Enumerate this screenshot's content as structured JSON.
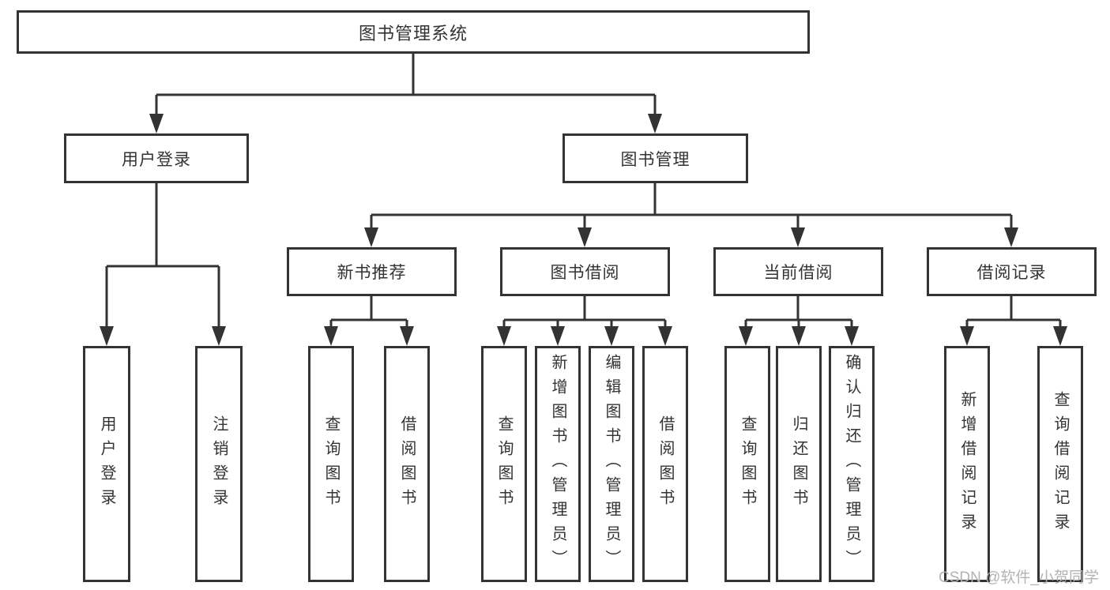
{
  "diagram": {
    "root": "图书管理系统",
    "children": [
      {
        "label": "用户登录",
        "children": [
          {
            "label": "用户登录"
          },
          {
            "label": "注销登录"
          }
        ]
      },
      {
        "label": "图书管理",
        "children": [
          {
            "label": "新书推荐",
            "children": [
              {
                "label": "查询图书"
              },
              {
                "label": "借阅图书"
              }
            ]
          },
          {
            "label": "图书借阅",
            "children": [
              {
                "label": "查询图书"
              },
              {
                "label": "新增图书（管理员）"
              },
              {
                "label": "编辑图书（管理员）"
              },
              {
                "label": "借阅图书"
              }
            ]
          },
          {
            "label": "当前借阅",
            "children": [
              {
                "label": "查询图书"
              },
              {
                "label": "归还图书"
              },
              {
                "label": "确认归还（管理员）"
              }
            ]
          },
          {
            "label": "借阅记录",
            "children": [
              {
                "label": "新增借阅记录"
              },
              {
                "label": "查询借阅记录"
              }
            ]
          }
        ]
      }
    ]
  },
  "watermark": "CSDN @软件_小贺同学",
  "colors": {
    "line": "#333333",
    "box_border": "#333333",
    "box_fill": "#ffffff",
    "text": "#333333",
    "watermark": "#b3b3b3"
  }
}
